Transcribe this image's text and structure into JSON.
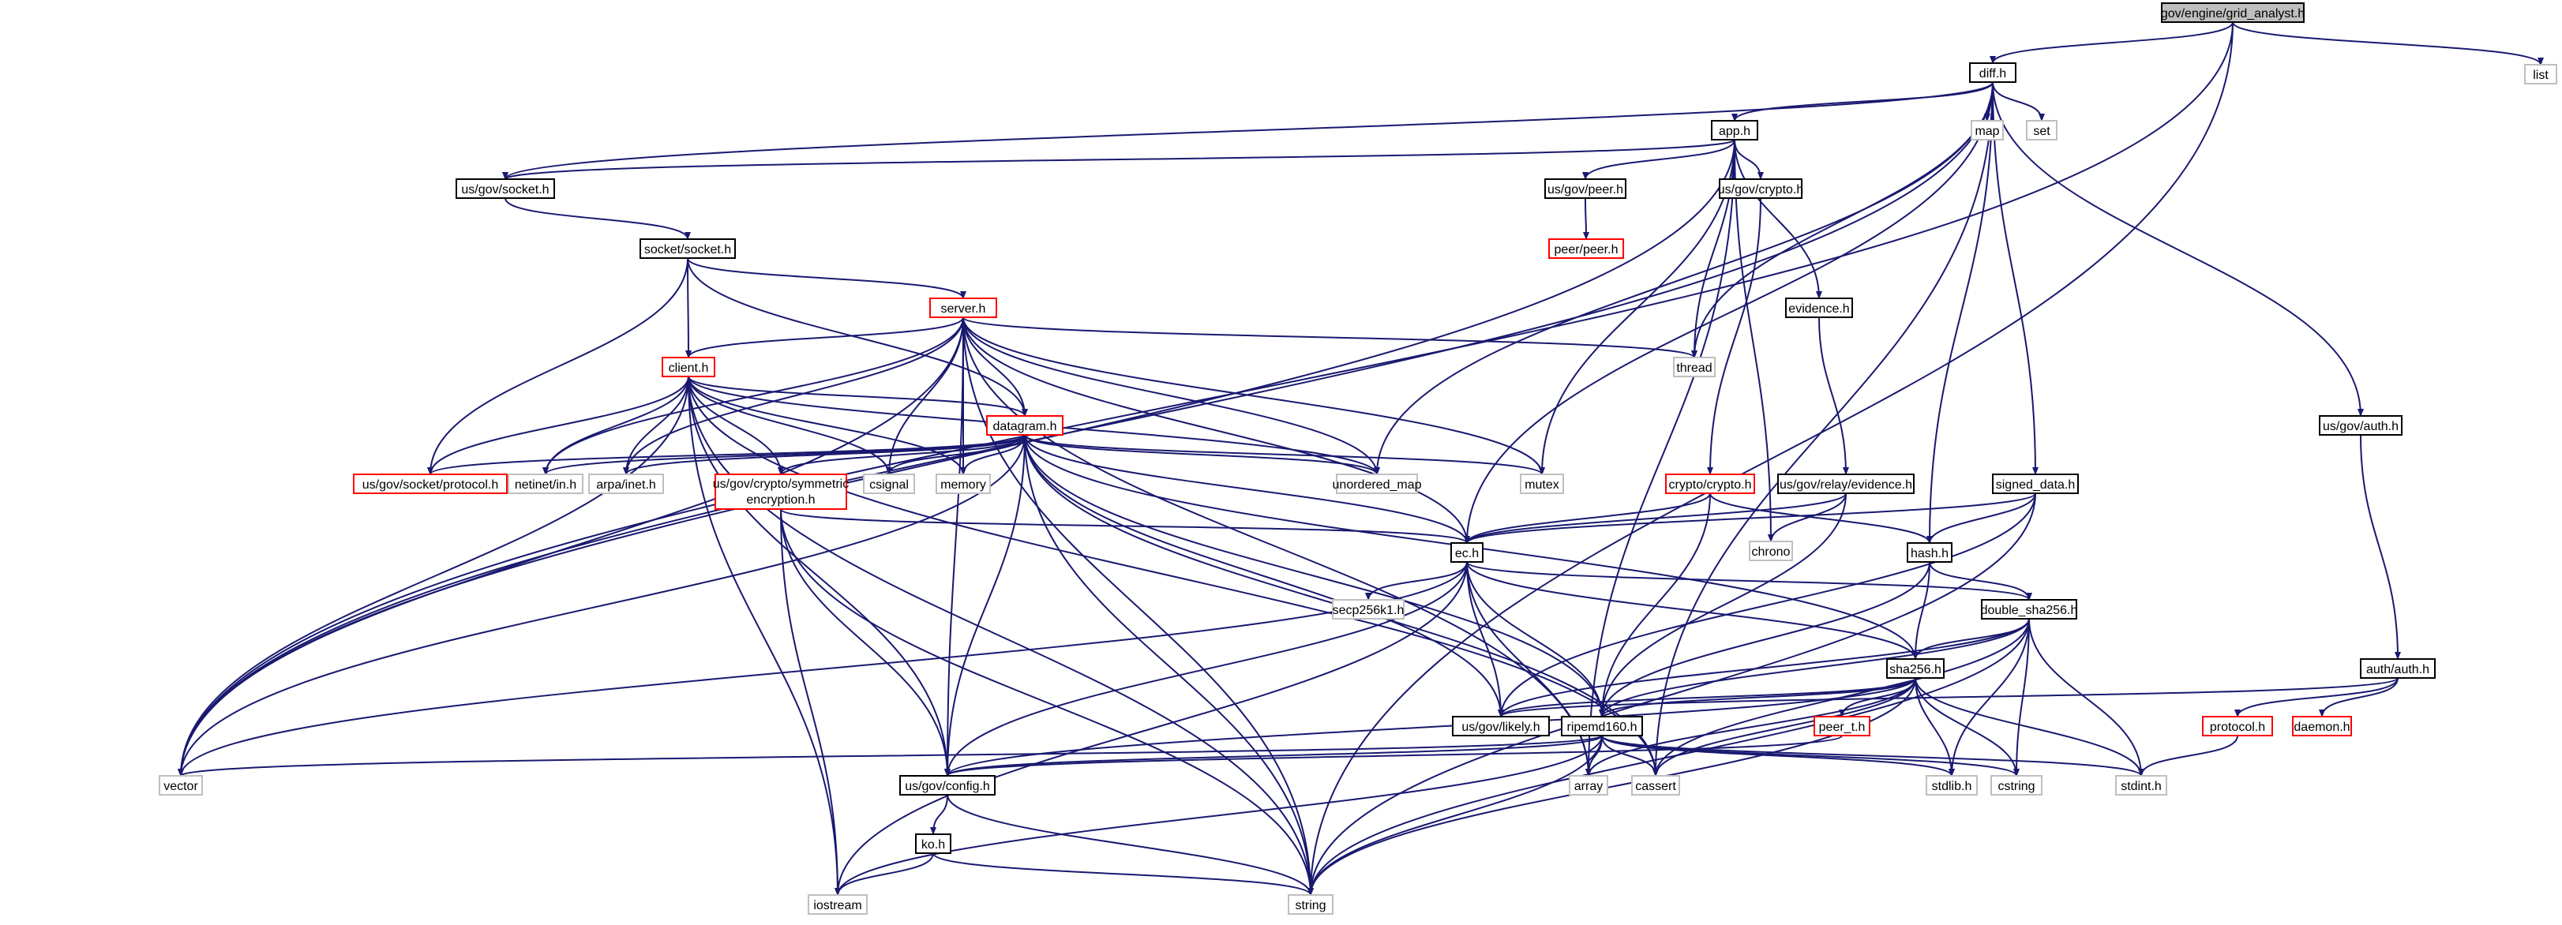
{
  "colors": {
    "root_fill": "#bfbfbf",
    "root_stroke": "#000000",
    "header_stroke": "#000000",
    "missing_stroke": "#bfbfbf",
    "incomplete_stroke": "#ff0000",
    "edge": "#191970"
  },
  "nodes": [
    {
      "id": "root",
      "label": "gov/engine/grid_analyst.h",
      "kind": "root"
    },
    {
      "id": "diff",
      "label": "diff.h",
      "kind": "header"
    },
    {
      "id": "list",
      "label": "list",
      "kind": "missing"
    },
    {
      "id": "app",
      "label": "app.h",
      "kind": "header"
    },
    {
      "id": "map",
      "label": "map",
      "kind": "missing"
    },
    {
      "id": "set",
      "label": "set",
      "kind": "missing"
    },
    {
      "id": "socket_us",
      "label": "us/gov/socket.h",
      "kind": "header"
    },
    {
      "id": "peer_us",
      "label": "us/gov/peer.h",
      "kind": "header"
    },
    {
      "id": "crypto_us",
      "label": "us/gov/crypto.h",
      "kind": "header"
    },
    {
      "id": "peerpeer",
      "label": "peer/peer.h",
      "kind": "incomplete"
    },
    {
      "id": "socketsocket",
      "label": "socket/socket.h",
      "kind": "header"
    },
    {
      "id": "evidence",
      "label": "evidence.h",
      "kind": "header"
    },
    {
      "id": "server",
      "label": "server.h",
      "kind": "incomplete"
    },
    {
      "id": "thread",
      "label": "thread",
      "kind": "missing"
    },
    {
      "id": "client",
      "label": "client.h",
      "kind": "incomplete"
    },
    {
      "id": "authus",
      "label": "us/gov/auth.h",
      "kind": "header"
    },
    {
      "id": "datagram",
      "label": "datagram.h",
      "kind": "incomplete"
    },
    {
      "id": "protocol_us",
      "label": "us/gov/socket/protocol.h",
      "kind": "incomplete"
    },
    {
      "id": "netinet",
      "label": "netinet/in.h",
      "kind": "missing"
    },
    {
      "id": "arpa",
      "label": "arpa/inet.h",
      "kind": "missing"
    },
    {
      "id": "symenc_line1",
      "label": "us/gov/crypto/symmetric",
      "kind": "incomplete"
    },
    {
      "id": "csignal",
      "label": "csignal",
      "kind": "missing"
    },
    {
      "id": "memory",
      "label": "memory",
      "kind": "missing"
    },
    {
      "id": "unordered_map",
      "label": "unordered_map",
      "kind": "missing"
    },
    {
      "id": "mutex",
      "label": "mutex",
      "kind": "missing"
    },
    {
      "id": "cryptocrypto",
      "label": "crypto/crypto.h",
      "kind": "incomplete"
    },
    {
      "id": "relayevidence",
      "label": "us/gov/relay/evidence.h",
      "kind": "header"
    },
    {
      "id": "signed_data",
      "label": "signed_data.h",
      "kind": "header"
    },
    {
      "id": "chrono",
      "label": "chrono",
      "kind": "missing"
    },
    {
      "id": "ec",
      "label": "ec.h",
      "kind": "header"
    },
    {
      "id": "hash",
      "label": "hash.h",
      "kind": "header"
    },
    {
      "id": "secp",
      "label": "secp256k1.h",
      "kind": "missing"
    },
    {
      "id": "dsha",
      "label": "double_sha256.h",
      "kind": "header"
    },
    {
      "id": "authauth",
      "label": "auth/auth.h",
      "kind": "header"
    },
    {
      "id": "sha256",
      "label": "sha256.h",
      "kind": "header"
    },
    {
      "id": "protocolh",
      "label": "protocol.h",
      "kind": "incomplete"
    },
    {
      "id": "daemon",
      "label": "daemon.h",
      "kind": "incomplete"
    },
    {
      "id": "likely",
      "label": "us/gov/likely.h",
      "kind": "header"
    },
    {
      "id": "ripemd",
      "label": "ripemd160.h",
      "kind": "header"
    },
    {
      "id": "peert",
      "label": "peer_t.h",
      "kind": "incomplete"
    },
    {
      "id": "vector",
      "label": "vector",
      "kind": "missing"
    },
    {
      "id": "config",
      "label": "us/gov/config.h",
      "kind": "header"
    },
    {
      "id": "array",
      "label": "array",
      "kind": "missing"
    },
    {
      "id": "cassert",
      "label": "cassert",
      "kind": "missing"
    },
    {
      "id": "stdlib",
      "label": "stdlib.h",
      "kind": "missing"
    },
    {
      "id": "cstring",
      "label": "cstring",
      "kind": "missing"
    },
    {
      "id": "stdint",
      "label": "stdint.h",
      "kind": "missing"
    },
    {
      "id": "ko",
      "label": "ko.h",
      "kind": "header"
    },
    {
      "id": "iostream",
      "label": "iostream",
      "kind": "missing"
    },
    {
      "id": "string",
      "label": "string",
      "kind": "missing"
    }
  ],
  "symenc_line2": "encryption.h",
  "edges": [
    [
      "root",
      "diff"
    ],
    [
      "root",
      "list"
    ],
    [
      "root",
      "vector"
    ],
    [
      "root",
      "string"
    ],
    [
      "diff",
      "app"
    ],
    [
      "diff",
      "map"
    ],
    [
      "diff",
      "set"
    ],
    [
      "diff",
      "socket_us"
    ],
    [
      "diff",
      "vector"
    ],
    [
      "diff",
      "thread"
    ],
    [
      "diff",
      "unordered_map"
    ],
    [
      "diff",
      "ec"
    ],
    [
      "diff",
      "signed_data"
    ],
    [
      "diff",
      "hash"
    ],
    [
      "diff",
      "authus"
    ],
    [
      "diff",
      "cassert"
    ],
    [
      "app",
      "socket_us"
    ],
    [
      "app",
      "peer_us"
    ],
    [
      "app",
      "crypto_us"
    ],
    [
      "app",
      "evidence"
    ],
    [
      "app",
      "thread"
    ],
    [
      "app",
      "mutex"
    ],
    [
      "app",
      "chrono"
    ],
    [
      "app",
      "vector"
    ],
    [
      "app",
      "array"
    ],
    [
      "peer_us",
      "peerpeer"
    ],
    [
      "socket_us",
      "socketsocket"
    ],
    [
      "socketsocket",
      "server"
    ],
    [
      "socketsocket",
      "client"
    ],
    [
      "socketsocket",
      "datagram"
    ],
    [
      "socketsocket",
      "protocol_us"
    ],
    [
      "crypto_us",
      "cryptocrypto"
    ],
    [
      "evidence",
      "relayevidence"
    ],
    [
      "server",
      "client"
    ],
    [
      "server",
      "datagram"
    ],
    [
      "server",
      "thread"
    ],
    [
      "server",
      "mutex"
    ],
    [
      "server",
      "unordered_map"
    ],
    [
      "server",
      "csignal"
    ],
    [
      "server",
      "memory"
    ],
    [
      "server",
      "netinet"
    ],
    [
      "server",
      "arpa"
    ],
    [
      "server",
      "vector"
    ],
    [
      "server",
      "config"
    ],
    [
      "server",
      "string"
    ],
    [
      "server",
      "ec"
    ],
    [
      "server",
      "array"
    ],
    [
      "client",
      "datagram"
    ],
    [
      "client",
      "protocol_us"
    ],
    [
      "client",
      "netinet"
    ],
    [
      "client",
      "arpa"
    ],
    [
      "client",
      "symenc_line1"
    ],
    [
      "client",
      "csignal"
    ],
    [
      "client",
      "memory"
    ],
    [
      "client",
      "unordered_map"
    ],
    [
      "client",
      "vector"
    ],
    [
      "client",
      "iostream"
    ],
    [
      "client",
      "config"
    ],
    [
      "client",
      "string"
    ],
    [
      "client",
      "cassert"
    ],
    [
      "datagram",
      "protocol_us"
    ],
    [
      "datagram",
      "netinet"
    ],
    [
      "datagram",
      "arpa"
    ],
    [
      "datagram",
      "symenc_line1"
    ],
    [
      "datagram",
      "csignal"
    ],
    [
      "datagram",
      "memory"
    ],
    [
      "datagram",
      "unordered_map"
    ],
    [
      "datagram",
      "mutex"
    ],
    [
      "datagram",
      "vector"
    ],
    [
      "datagram",
      "ec"
    ],
    [
      "datagram",
      "likely"
    ],
    [
      "datagram",
      "ripemd"
    ],
    [
      "datagram",
      "sha256"
    ],
    [
      "datagram",
      "config"
    ],
    [
      "datagram",
      "string"
    ],
    [
      "datagram",
      "cassert"
    ],
    [
      "symenc_line1",
      "ec"
    ],
    [
      "symenc_line1",
      "config"
    ],
    [
      "symenc_line1",
      "iostream"
    ],
    [
      "symenc_line1",
      "string"
    ],
    [
      "cryptocrypto",
      "ec"
    ],
    [
      "cryptocrypto",
      "hash"
    ],
    [
      "cryptocrypto",
      "ripemd"
    ],
    [
      "relayevidence",
      "ec"
    ],
    [
      "relayevidence",
      "chrono"
    ],
    [
      "relayevidence",
      "ripemd"
    ],
    [
      "signed_data",
      "ec"
    ],
    [
      "signed_data",
      "hash"
    ],
    [
      "signed_data",
      "string"
    ],
    [
      "signed_data",
      "likely"
    ],
    [
      "ec",
      "secp"
    ],
    [
      "ec",
      "dsha"
    ],
    [
      "ec",
      "sha256"
    ],
    [
      "ec",
      "likely"
    ],
    [
      "ec",
      "ripemd"
    ],
    [
      "ec",
      "vector"
    ],
    [
      "ec",
      "config"
    ],
    [
      "ec",
      "iostream"
    ],
    [
      "ec",
      "array"
    ],
    [
      "hash",
      "dsha"
    ],
    [
      "hash",
      "sha256"
    ],
    [
      "hash",
      "ripemd"
    ],
    [
      "authus",
      "authauth"
    ],
    [
      "dsha",
      "sha256"
    ],
    [
      "dsha",
      "likely"
    ],
    [
      "dsha",
      "ripemd"
    ],
    [
      "dsha",
      "stdint"
    ],
    [
      "dsha",
      "cstring"
    ],
    [
      "dsha",
      "stdlib"
    ],
    [
      "dsha",
      "cassert"
    ],
    [
      "dsha",
      "string"
    ],
    [
      "authauth",
      "protocolh"
    ],
    [
      "authauth",
      "daemon"
    ],
    [
      "authauth",
      "likely"
    ],
    [
      "protocolh",
      "stdint"
    ],
    [
      "sha256",
      "likely"
    ],
    [
      "sha256",
      "ripemd"
    ],
    [
      "sha256",
      "peert"
    ],
    [
      "sha256",
      "stdint"
    ],
    [
      "sha256",
      "cstring"
    ],
    [
      "sha256",
      "stdlib"
    ],
    [
      "sha256",
      "cassert"
    ],
    [
      "sha256",
      "array"
    ],
    [
      "sha256",
      "string"
    ],
    [
      "sha256",
      "config"
    ],
    [
      "ripemd",
      "vector"
    ],
    [
      "ripemd",
      "config"
    ],
    [
      "ripemd",
      "array"
    ],
    [
      "ripemd",
      "cassert"
    ],
    [
      "ripemd",
      "stdlib"
    ],
    [
      "ripemd",
      "cstring"
    ],
    [
      "ripemd",
      "stdint"
    ],
    [
      "ripemd",
      "string"
    ],
    [
      "ripemd",
      "iostream"
    ],
    [
      "peert",
      "config"
    ],
    [
      "config",
      "ko"
    ],
    [
      "config",
      "string"
    ],
    [
      "ko",
      "iostream"
    ],
    [
      "ko",
      "string"
    ]
  ]
}
